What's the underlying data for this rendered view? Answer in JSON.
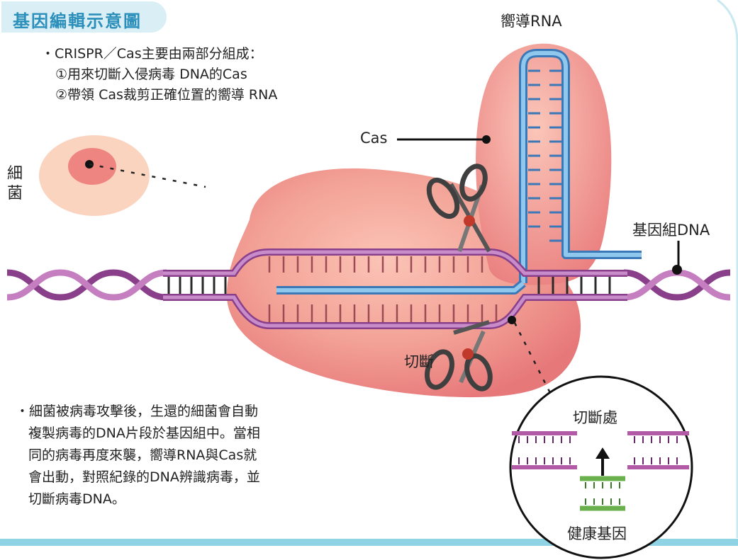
{
  "title": "基因編輯示意圖",
  "intro": {
    "heading": "・CRISPR／Cas主要由兩部分組成：",
    "item1": "①用來切斷入侵病毒 DNA的Cas",
    "item2": "②帶領 Cas裁剪正確位置的嚮導 RNA"
  },
  "labels": {
    "guide_rna": "嚮導RNA",
    "cas": "Cas",
    "bacterium_1": "細",
    "bacterium_2": "菌",
    "genome_dna": "基因組DNA",
    "cut": "切斷"
  },
  "inset": {
    "cut_site": "切斷處",
    "healthy_gene": "健康基因"
  },
  "body_text": [
    "・細菌被病毒攻擊後，生還的細菌會自動",
    "複製病毒的DNA片段於基因組中。當相",
    "同的病毒再度來襲，嚮導RNA與Cas就",
    "會出動，對照紀錄的DNA辨識病毒，並",
    "切斷病毒DNA。"
  ],
  "colors": {
    "title": "#2a8fba",
    "title_bg": "#d9eef5",
    "protein": "#ef8f8c",
    "dna": "#b35aa6",
    "rna": "#5aa7d8",
    "healthy": "#6ab04c",
    "border": "#7fc8dc"
  }
}
